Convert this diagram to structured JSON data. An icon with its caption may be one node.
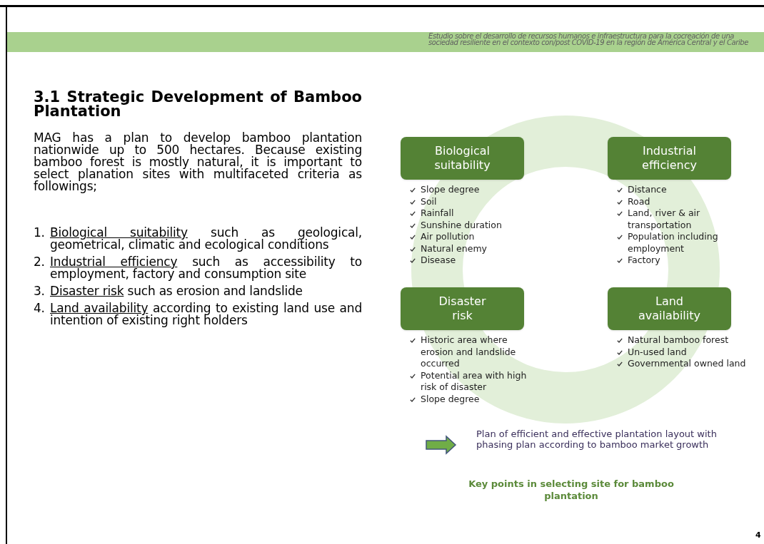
{
  "diagram": {
    "title": "3.1 Strategic Development of Bamboo Plantation",
    "caption": "Key points in selecting site for bamboo plantation",
    "nodes": [
      {
        "text": [
          "Biological suitability"
        ],
        "beside": [
          "Slope degree",
          "Soil",
          "Rainfall",
          "Sunshine duration",
          "Air pollution",
          "Natural enemy",
          "Disease"
        ]
      },
      {
        "text": [
          "Industrial efficiency"
        ],
        "beside": [
          "Distance",
          "Road",
          "Land, river & air transportation",
          "Population including employment",
          "Factory"
        ]
      },
      {
        "text": [
          "Disaster risk"
        ],
        "beside": [
          "Historic area where erosion and landslide occurred",
          "Potential area with high risk of disaster",
          "Slope degree"
        ]
      },
      {
        "text": [
          "Land availability"
        ],
        "beside": [
          "Natural bamboo forest",
          "Un-used land",
          "Governmental owned land"
        ]
      },
      {
        "text": [
          "Plan of efficient and effective plantation layout with phasing plan according to bamboo market growth"
        ]
      }
    ],
    "edges": [
      {
        "from": null,
        "to": 4,
        "arrow": "to"
      }
    ],
    "labels": [
      "Estudio sobre el desarrollo de recursos humanos e infraestructura para la cocreación de una sociedad resiliente en el contexto con/post COVID-19 en la región de América Central y el Caribe",
      "MAG has a plan to develop bamboo plantation nationwide up to 500 hectares. Because existing bamboo forest is mostly natural, it is important to select planation sites with multifaceted criteria as followings;",
      "1.",
      "Biological suitability",
      "such as geological, geometrical, climatic and ecological conditions",
      "2.",
      "Industrial efficiency",
      "such as accessibility to employment, factory and consumption site",
      "3.",
      "Disaster risk",
      "such as erosion and landslide",
      "4.",
      "Land availability",
      "according to existing land use and intention of existing right holders",
      "4"
    ]
  }
}
